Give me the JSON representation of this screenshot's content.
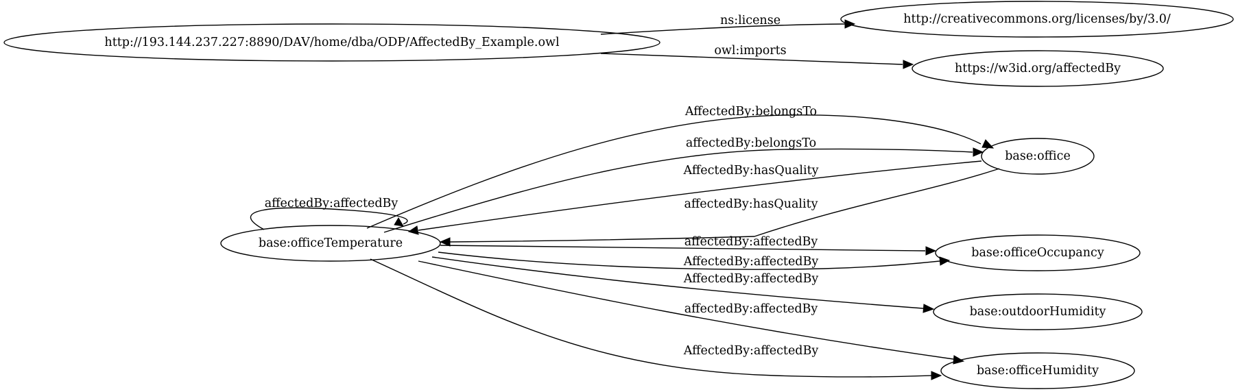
{
  "graph": {
    "nodes": [
      {
        "id": "ontology",
        "label": "http://193.144.237.227:8890/DAV/home/dba/ODP/AffectedBy_Example.owl"
      },
      {
        "id": "license",
        "label": "http://creativecommons.org/licenses/by/3.0/"
      },
      {
        "id": "imports",
        "label": "https://w3id.org/affectedBy"
      },
      {
        "id": "office",
        "label": "base:office"
      },
      {
        "id": "officeTemperature",
        "label": "base:officeTemperature"
      },
      {
        "id": "officeOccupancy",
        "label": "base:officeOccupancy"
      },
      {
        "id": "outdoorHumidity",
        "label": "base:outdoorHumidity"
      },
      {
        "id": "officeHumidity",
        "label": "base:officeHumidity"
      }
    ],
    "edges": [
      {
        "id": "e-license",
        "from": "ontology",
        "to": "license",
        "label": "ns:license"
      },
      {
        "id": "e-imports",
        "from": "ontology",
        "to": "imports",
        "label": "owl:imports"
      },
      {
        "id": "e-belongsTo-upper",
        "from": "officeTemperature",
        "to": "office",
        "label": "AffectedBy:belongsTo"
      },
      {
        "id": "e-belongsTo-lower",
        "from": "officeTemperature",
        "to": "office",
        "label": "affectedBy:belongsTo"
      },
      {
        "id": "e-hasQuality-upper",
        "from": "office",
        "to": "officeTemperature",
        "label": "AffectedBy:hasQuality"
      },
      {
        "id": "e-hasQuality-lower",
        "from": "office",
        "to": "officeTemperature",
        "label": "affectedBy:hasQuality"
      },
      {
        "id": "e-self-loop",
        "from": "officeTemperature",
        "to": "officeTemperature",
        "label": "affectedBy:affectedBy"
      },
      {
        "id": "e-occupancy-1",
        "from": "officeTemperature",
        "to": "officeOccupancy",
        "label": "affectedBy:affectedBy"
      },
      {
        "id": "e-occupancy-2",
        "from": "officeTemperature",
        "to": "officeOccupancy",
        "label": "AffectedBy:affectedBy"
      },
      {
        "id": "e-outdoor",
        "from": "officeTemperature",
        "to": "outdoorHumidity",
        "label": "AffectedBy:affectedBy"
      },
      {
        "id": "e-humidity-1",
        "from": "officeTemperature",
        "to": "officeHumidity",
        "label": "affectedBy:affectedBy"
      },
      {
        "id": "e-humidity-2",
        "from": "officeTemperature",
        "to": "officeHumidity",
        "label": "AffectedBy:affectedBy"
      }
    ]
  }
}
